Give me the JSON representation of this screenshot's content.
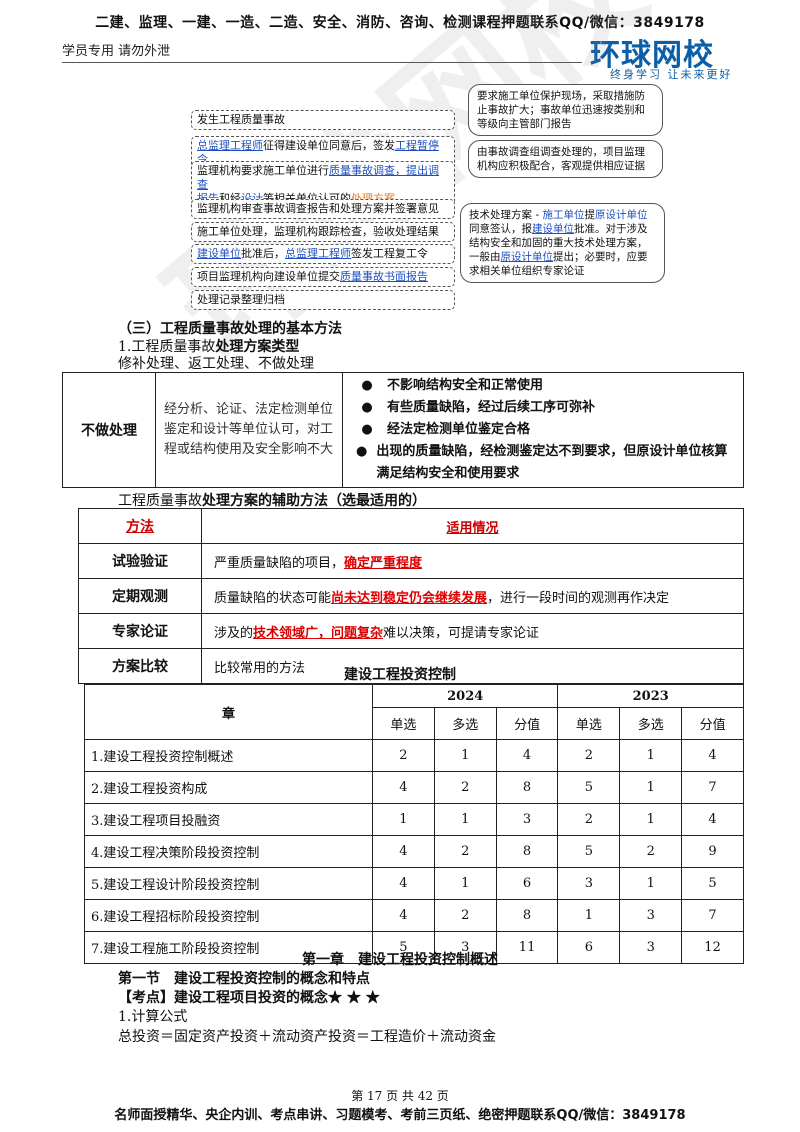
{
  "header": {
    "top_line": "二建、监理、一建、一造、二造、安全、消防、咨询、检测课程押题联系QQ/微信：3849178",
    "student_note": "学员专用 请勿外泄",
    "logo": "环球网校",
    "logo_sub": "终身学习 让未来更好"
  },
  "watermark": "环球网校",
  "flow": {
    "steps": [
      {
        "pre": "发生工程质量事故"
      },
      {
        "pre": "",
        "b1": "总监理工程师",
        "mid": "征得建设单位同意后，签发",
        "b2": "工程暂停令"
      },
      {
        "pre": "监理机构要求施工单位进行",
        "b1": "质量事故调查，提出调查",
        "l2a": "报告",
        "l2b": "和经",
        "l2c": "设计",
        "l2d": "等相关单位认可的",
        "l2e": "处理方案"
      },
      {
        "pre": "监理机构审查事故调查报告和处理方案并签署意见"
      },
      {
        "pre": "施工单位处理，监理机构跟踪检查，验收处理结果"
      },
      {
        "b1": "建设单位",
        "mid": "批准后，",
        "b2": "总监理工程师",
        "post": "签发工程复工令"
      },
      {
        "pre": "项目监理机构向建设单位提交",
        "b1": "质量事故书面报告"
      },
      {
        "pre": "处理记录整理归档"
      }
    ],
    "bubble1": "要求施工单位保护现场，采取措施防止事故扩大；事故单位迅速按类别和等级向主管部门报告",
    "bubble2": "由事故调查组调查处理的，项目监理机构应积极配合，客观提供相应证据",
    "bubble3": {
      "a": "技术处理方案 - ",
      "b": "施工单位",
      "c": "提",
      "d": "原设计单位",
      "e": "同意签认，报",
      "f": "建设单位",
      "g": "批准。对于涉及结构安全和加固的重大技术处理方案，一般由",
      "h": "原设计单位",
      "i": "提出；必要时，应要求相关单位组织专家论证"
    }
  },
  "section3": {
    "title": "（三）工程质量事故处理的基本方法",
    "p1a": "1.工程质量事故",
    "p1b": "处理方案类型",
    "p2": "修补处理、返工处理、不做处理"
  },
  "table1": {
    "label": "不做处理",
    "desc": "经分析、论证、法定检测单位鉴定和设计等单位认可，对工程或结构使用及安全影响不大",
    "bullet": "●",
    "bullets": [
      "不影响结构安全和正常使用",
      "有些质量缺陷，经过后续工序可弥补",
      "经法定检测单位鉴定合格",
      "出现的质量缺陷，经检测鉴定达不到要求，但原设计单位核算满足结构安全和使用要求"
    ]
  },
  "aux": {
    "a": "工程质量事故",
    "b": "处理方案的辅助方法（选最适用的）"
  },
  "table2": {
    "h1": "方法",
    "h2": "适用情况",
    "rows": [
      {
        "m": "试验验证",
        "d1": "严重质量缺陷的项目，",
        "r": "确定严重程度",
        "d2": ""
      },
      {
        "m": "定期观测",
        "d1": "质量缺陷的状态可能",
        "r": "尚未达到稳定仍会继续发展",
        "d2": "，进行一段时间的观测再作决定"
      },
      {
        "m": "专家论证",
        "d1": "涉及的",
        "r": "技术领域广，问题复杂",
        "d2": "难以决策，可提请专家论证"
      },
      {
        "m": "方案比较",
        "d1": "比较常用的方法",
        "r": "",
        "d2": ""
      }
    ]
  },
  "table3": {
    "caption": "建设工程投资控制",
    "h_chapter": "章",
    "y1": "2024",
    "y2": "2023",
    "sub": [
      "单选",
      "多选",
      "分值",
      "单选",
      "多选",
      "分值"
    ],
    "rows": [
      {
        "name": "1.建设工程投资控制概述",
        "v": [
          "2",
          "1",
          "4",
          "2",
          "1",
          "4"
        ]
      },
      {
        "name": "2.建设工程投资构成",
        "v": [
          "4",
          "2",
          "8",
          "5",
          "1",
          "7"
        ]
      },
      {
        "name": "3.建设工程项目投融资",
        "v": [
          "1",
          "1",
          "3",
          "2",
          "1",
          "4"
        ]
      },
      {
        "name": "4.建设工程决策阶段投资控制",
        "v": [
          "4",
          "2",
          "8",
          "5",
          "2",
          "9"
        ]
      },
      {
        "name": "5.建设工程设计阶段投资控制",
        "v": [
          "4",
          "1",
          "6",
          "3",
          "1",
          "5"
        ]
      },
      {
        "name": "6.建设工程招标阶段投资控制",
        "v": [
          "4",
          "2",
          "8",
          "1",
          "3",
          "7"
        ]
      },
      {
        "name": "7.建设工程施工阶段投资控制",
        "v": [
          "5",
          "3",
          "11",
          "6",
          "3",
          "12"
        ]
      }
    ]
  },
  "chapter": {
    "title": "第一章　建设工程投资控制概述",
    "section": "第一节　建设工程投资控制的概念和特点",
    "kaodian": "【考点】建设工程项目投资的概念★ ★ ★",
    "p1": "1.计算公式",
    "p2": "总投资＝固定资产投资＋流动资产投资＝工程造价＋流动资金"
  },
  "footer": {
    "page": "第 17 页 共 42 页",
    "ad": "名师面授精华、央企内训、考点串讲、习题模考、考前三页纸、绝密押题联系QQ/微信：3849178"
  }
}
